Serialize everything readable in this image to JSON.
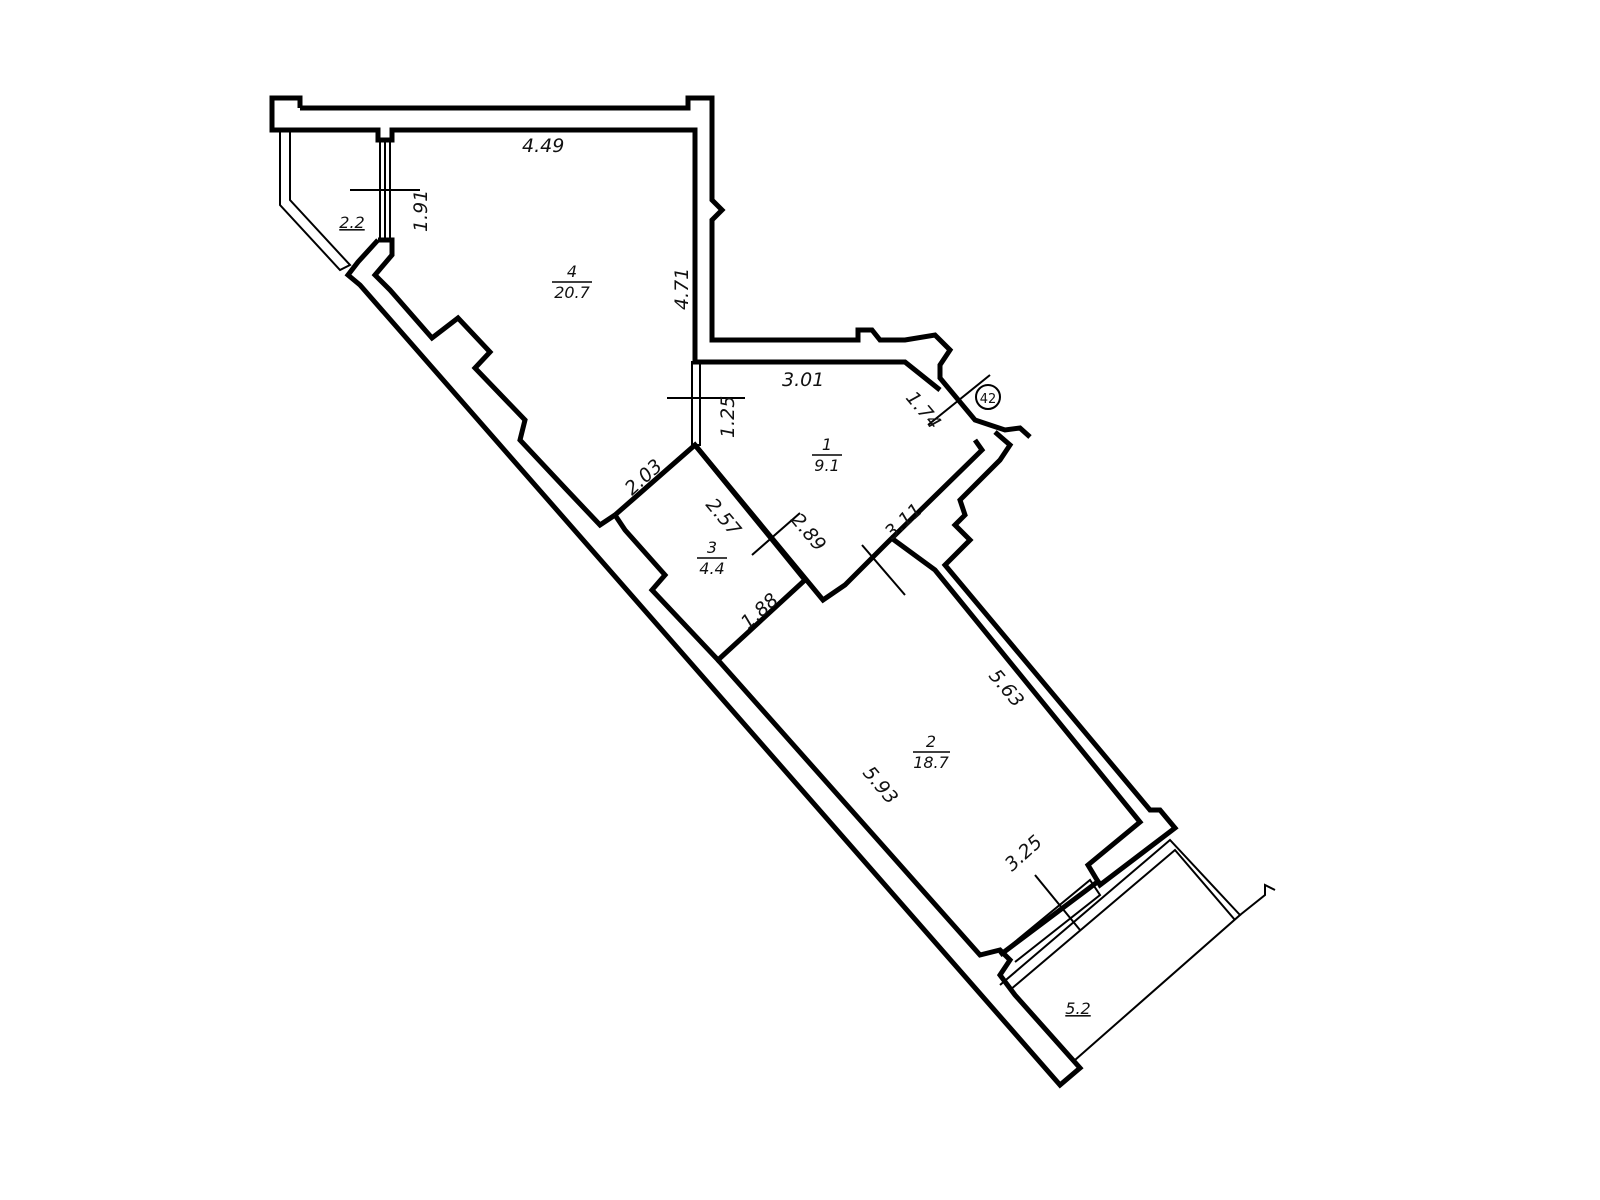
{
  "rooms": [
    {
      "number": "1",
      "area": "9.1"
    },
    {
      "number": "2",
      "area": "18.7"
    },
    {
      "number": "3",
      "area": "4.4"
    },
    {
      "number": "4",
      "area": "20.7"
    }
  ],
  "balconies": [
    {
      "area": "2.2"
    },
    {
      "area": "5.2"
    }
  ],
  "dimensions": {
    "room4_top": "4.49",
    "room4_right": "4.71",
    "window_left": "1.91",
    "room1_top": "3.01",
    "room1_partition": "1.25",
    "room1_door": "1.74",
    "room3_top": "2.03",
    "room3_side": "2.57",
    "room1_side": "2.89",
    "room1_bottom": "3.11",
    "room3_bottom": "1.88",
    "room2_right": "5.63",
    "room2_left": "5.93",
    "room2_bottom": "3.25"
  },
  "axis_marker": "42"
}
